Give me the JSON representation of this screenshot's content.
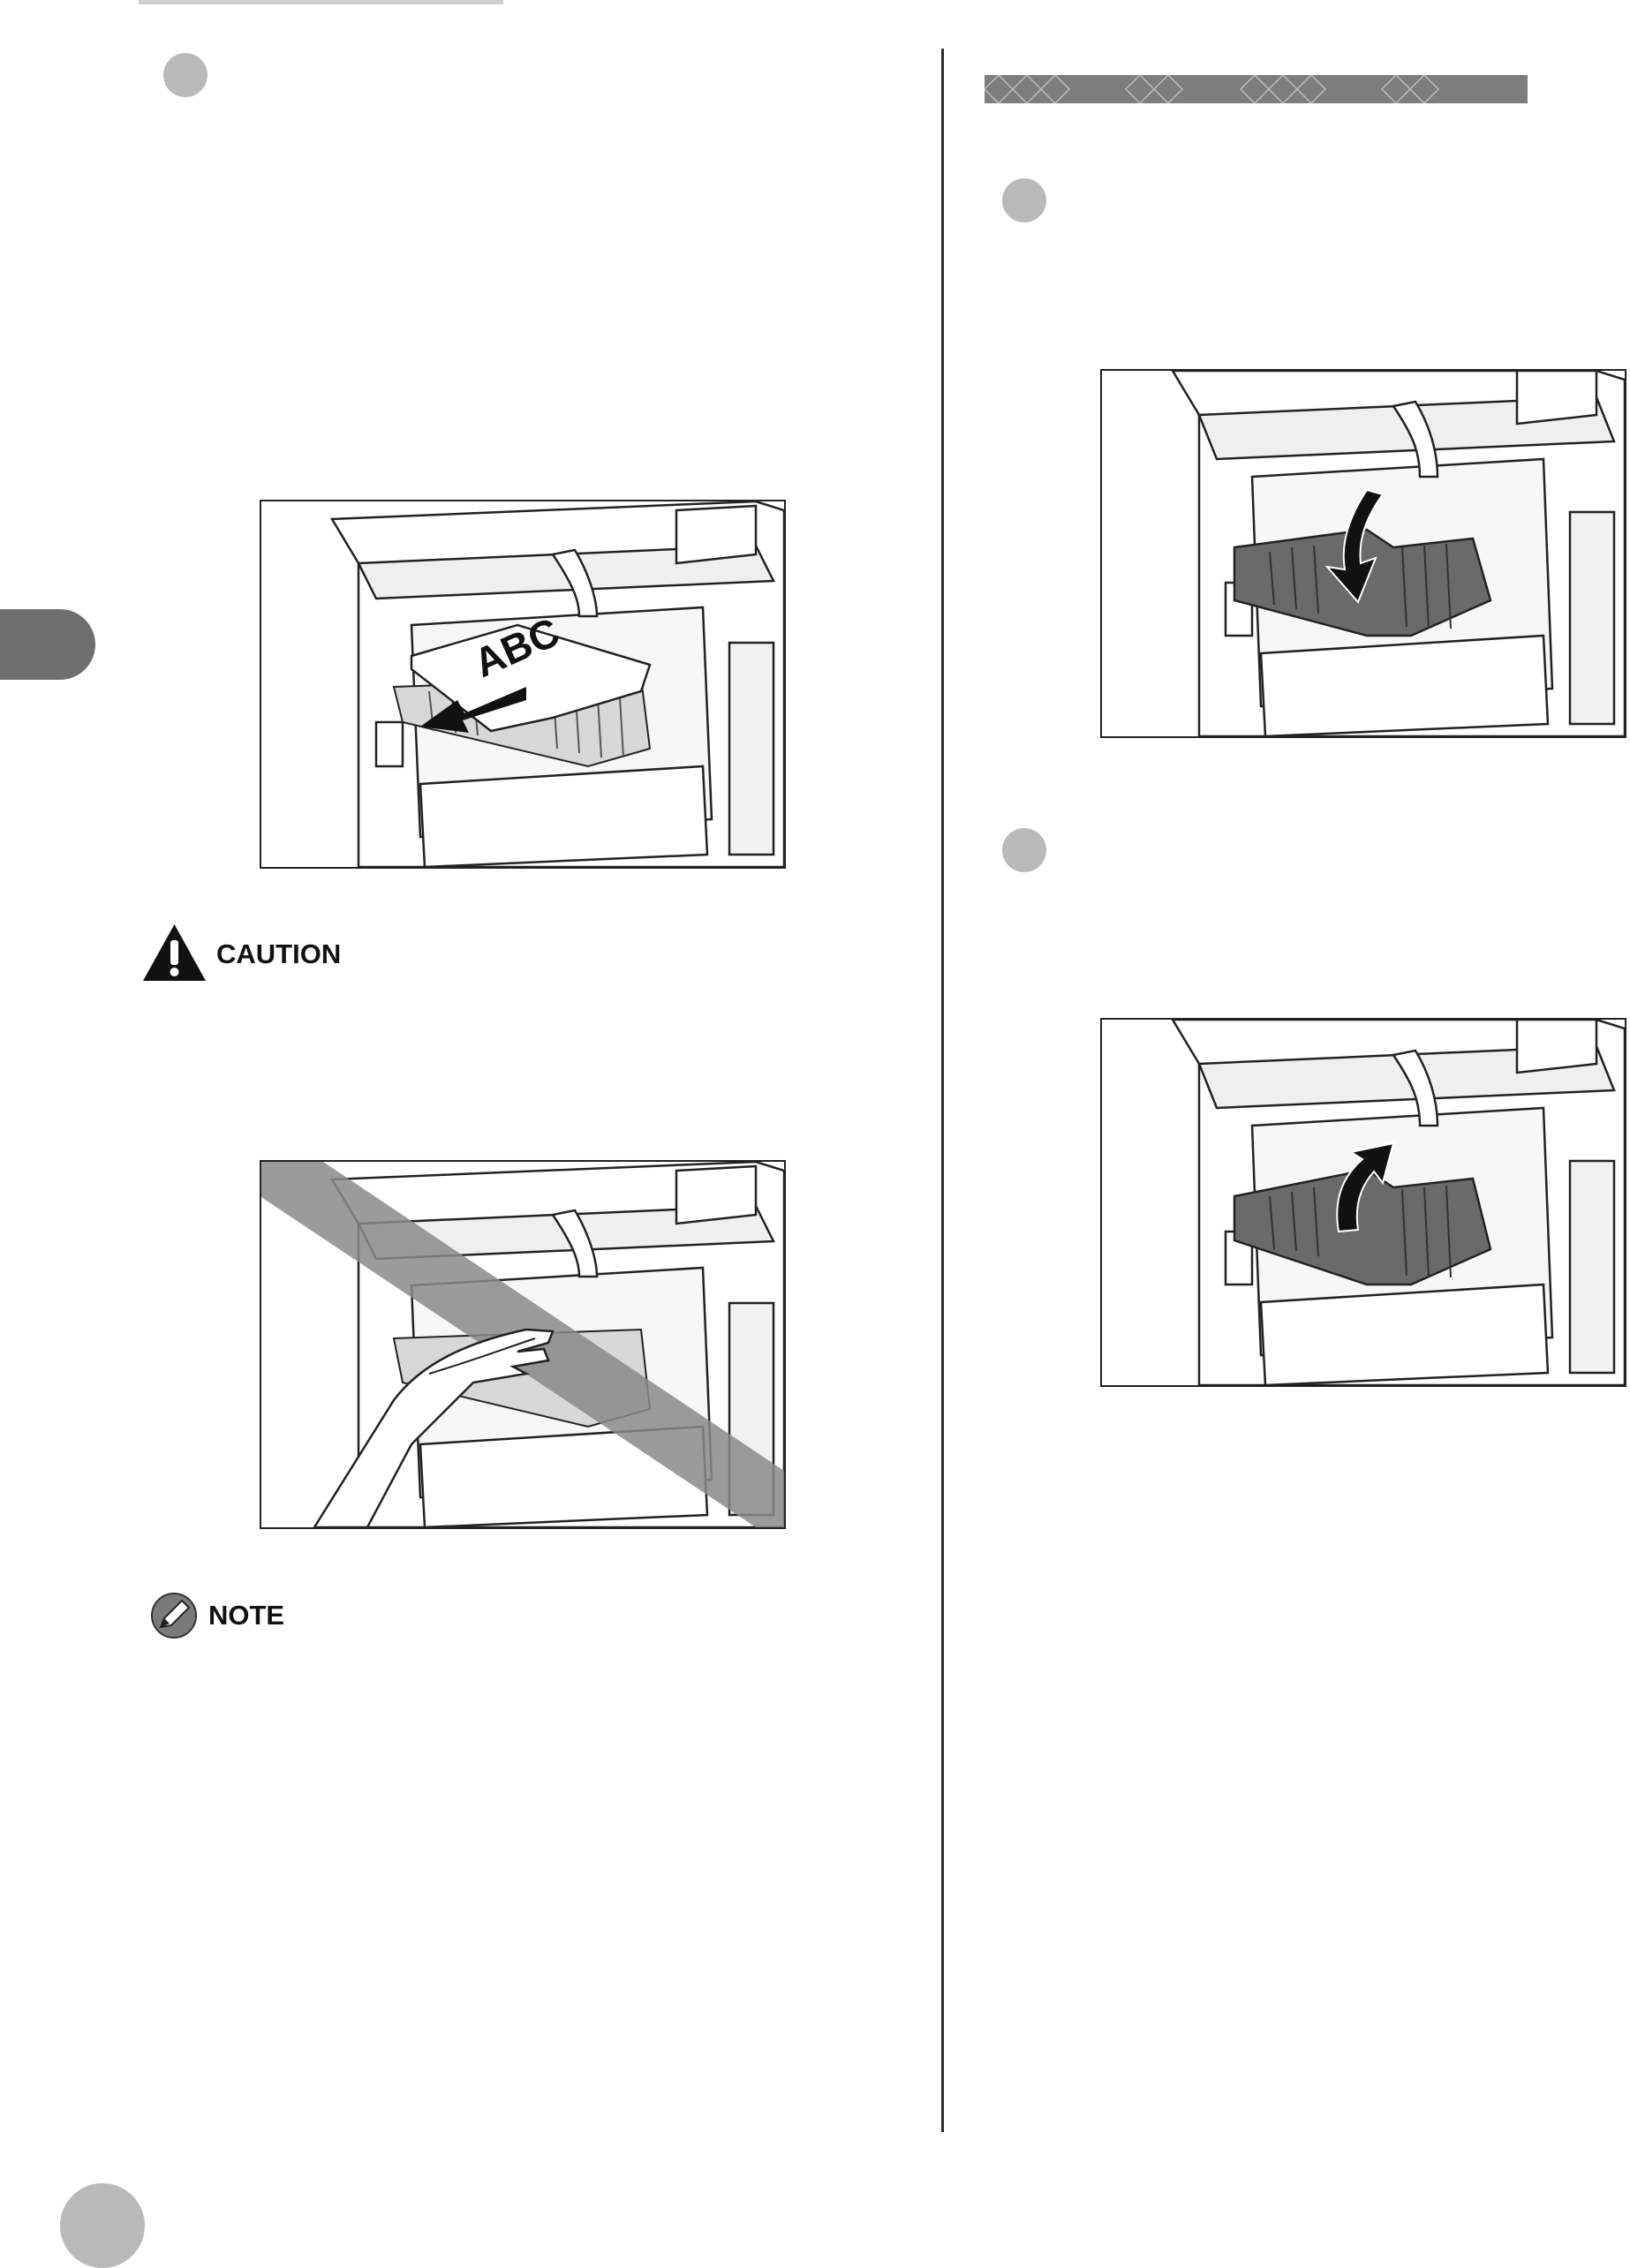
{
  "header": {
    "banner_text": ""
  },
  "callouts": {
    "caution_label": "CAUTION",
    "note_label": "NOTE"
  },
  "figures": {
    "paper_pull": {
      "paper_text": "ABC"
    }
  },
  "icons": {
    "caution": "warning-triangle-icon",
    "note": "pencil-note-icon"
  },
  "colors": {
    "step_circle": "#b9b9b9",
    "banner": "#7d7d7d",
    "tab": "#6f6f6f",
    "caution_band": "#8a8a8a"
  }
}
